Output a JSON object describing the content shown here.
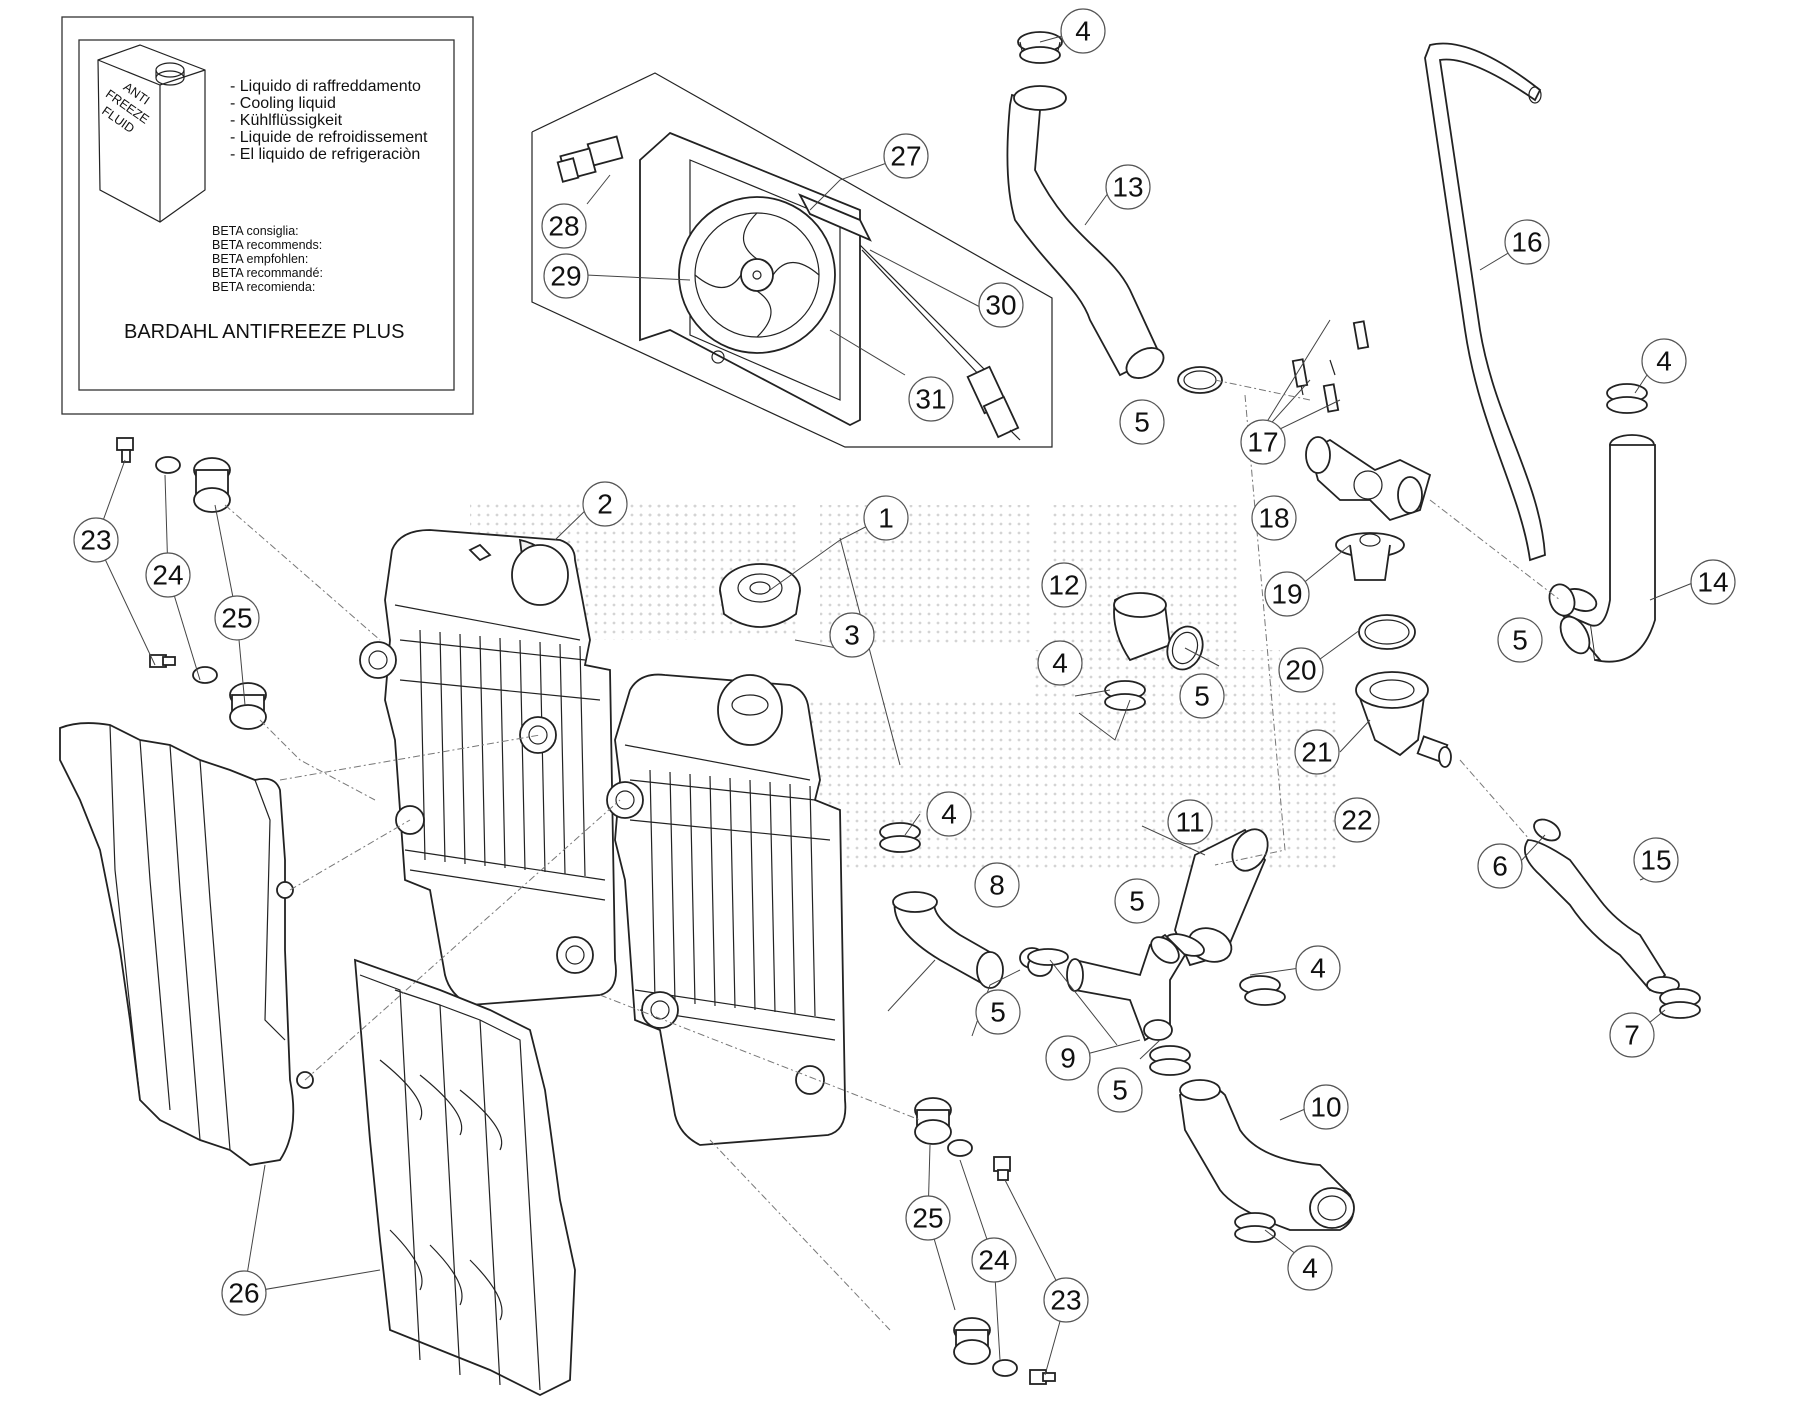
{
  "coolant_box": {
    "can_label": [
      "ANTI",
      "FREEZE",
      "FLUID"
    ],
    "languages": [
      "- Liquido di raffreddamento",
      "- Cooling liquid",
      "- Kühlflüssigkeit",
      "- Liquide de refroidissement",
      "- El liquido de refrigeraciòn"
    ],
    "recommends": [
      "BETA consiglia:",
      "BETA recommends:",
      "BETA empfohlen:",
      "BETA recommandé:",
      "BETA recomienda:"
    ],
    "product": "BARDAHL ANTIFREEZE PLUS"
  },
  "callouts": [
    "1",
    "2",
    "3",
    "4",
    "4",
    "4",
    "4",
    "4",
    "4",
    "5",
    "5",
    "5",
    "5",
    "5",
    "5",
    "6",
    "7",
    "8",
    "9",
    "10",
    "11",
    "12",
    "13",
    "14",
    "15",
    "16",
    "17",
    "18",
    "19",
    "20",
    "21",
    "22",
    "23",
    "23",
    "24",
    "24",
    "25",
    "25",
    "26",
    "27",
    "28",
    "29",
    "30",
    "31"
  ],
  "colors": {
    "line": "#222222",
    "callout_border": "#555555",
    "watermark": "#d9d9d9"
  }
}
